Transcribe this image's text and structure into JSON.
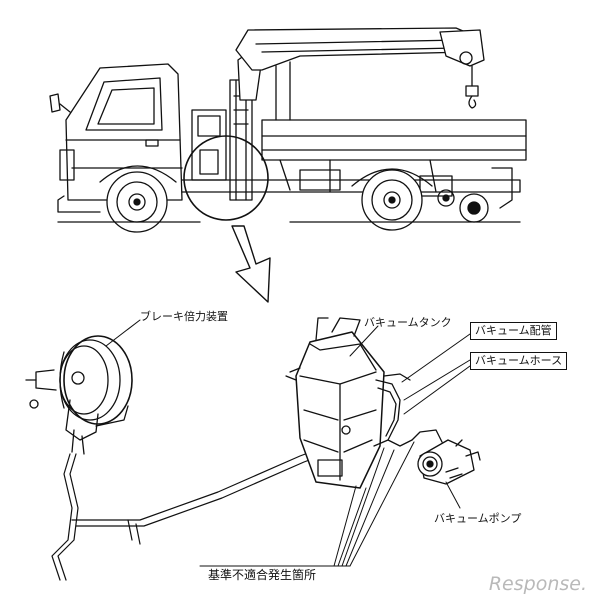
{
  "labels": {
    "brake_booster": "ブレーキ倍力装置",
    "vacuum_tank": "バキュームタンク",
    "vacuum_pipe": "バキューム配管",
    "vacuum_hose": "バキュームホース",
    "vacuum_pump": "バキュームポンプ",
    "defect_location": "基準不適合発生箇所"
  },
  "watermark": "Response.",
  "colors": {
    "ink": "#111111",
    "watermark": "#b9b9b9",
    "background": "#ffffff"
  }
}
